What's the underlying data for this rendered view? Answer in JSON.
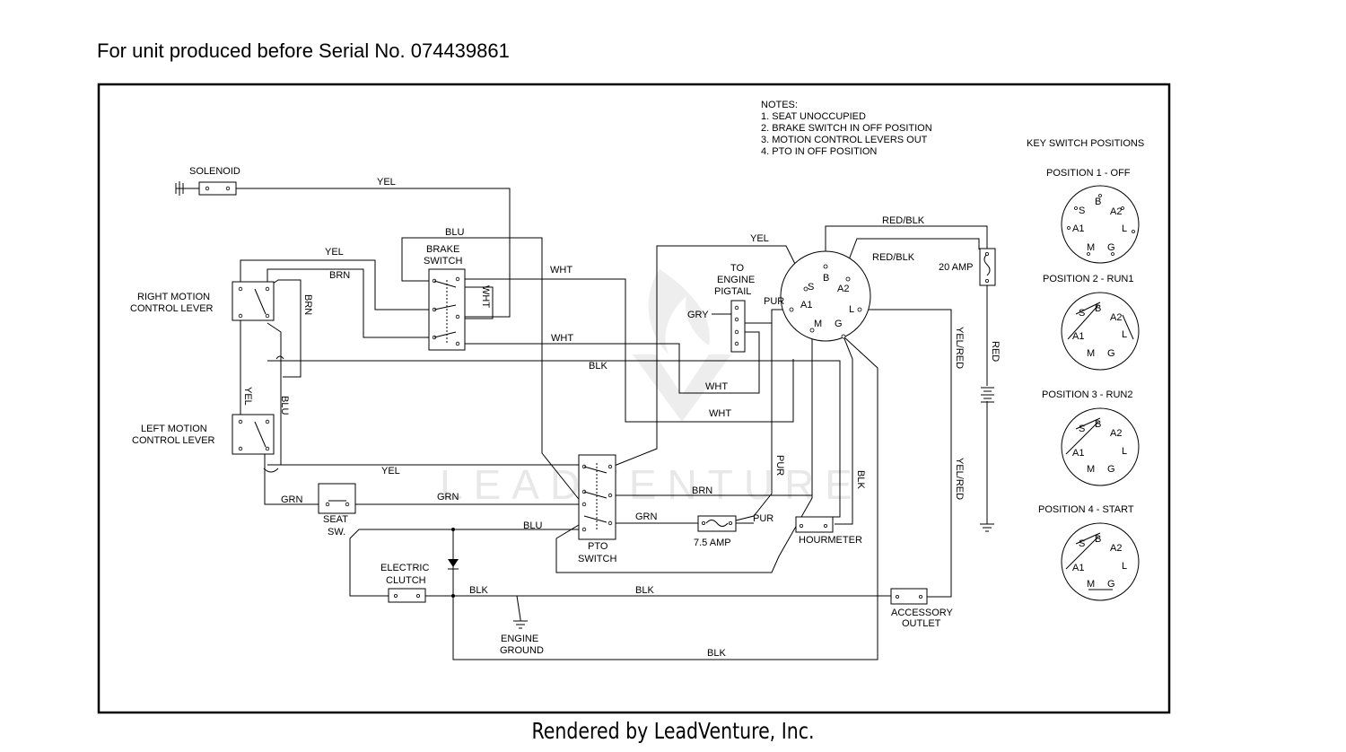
{
  "title": "For unit produced before Serial No. 074439861",
  "footer": "Rendered by LeadVenture, Inc.",
  "watermark": "LEADVENTURE",
  "notes": {
    "heading": "NOTES:",
    "items": [
      "1.  SEAT UNOCCUPIED",
      "2.  BRAKE SWITCH IN OFF POSITION",
      "3.  MOTION CONTROL LEVERS OUT",
      "4.  PTO IN OFF POSITION"
    ]
  },
  "components": {
    "solenoid": "SOLENOID",
    "brake_switch": [
      "BRAKE",
      "SWITCH"
    ],
    "right_lever": [
      "RIGHT MOTION",
      "CONTROL LEVER"
    ],
    "left_lever": [
      "LEFT MOTION",
      "CONTROL LEVER"
    ],
    "engine_pigtail": [
      "TO",
      "ENGINE",
      "PIGTAIL"
    ],
    "fuse_20": "20 AMP",
    "fuse_7": "7.5 AMP",
    "seat_sw": [
      "SEAT",
      "SW."
    ],
    "pto_switch": [
      "PTO",
      "SWITCH"
    ],
    "hourmeter": "HOURMETER",
    "electric_clutch": [
      "ELECTRIC",
      "CLUTCH"
    ],
    "engine_ground": [
      "ENGINE",
      "GROUND"
    ],
    "accessory_outlet": [
      "ACCESSORY",
      "OUTLET"
    ]
  },
  "key_terminals": {
    "s": "S",
    "b": "B",
    "a1": "A1",
    "a2": "A2",
    "m": "M",
    "g": "G",
    "l": "L"
  },
  "wire_labels": {
    "yel_solenoid": "YEL",
    "blu_top": "BLU",
    "yel_right": "YEL",
    "brn_right": "BRN",
    "brn_vert": "BRN",
    "wht_brake1": "WHT",
    "wht_vert": "WHT",
    "wht_brake2": "WHT",
    "blk_main": "BLK",
    "wht_pig": "WHT",
    "wht_low": "WHT",
    "yel_key": "YEL",
    "gry": "GRY",
    "pur_key": "PUR",
    "red_blk1": "RED/BLK",
    "red_blk2": "RED/BLK",
    "yel_red1": "YEL/RED",
    "red": "RED",
    "yel_left_vert": "YEL",
    "blu_left_vert": "BLU",
    "yel_pto": "YEL",
    "grn_left": "GRN",
    "grn_mid": "GRN",
    "brn_pto": "BRN",
    "grn_fuse": "GRN",
    "pur_fuse": "PUR",
    "pur_vert": "PUR",
    "blk_vert": "BLK",
    "yel_red2": "YEL/RED",
    "blu_clutch": "BLU",
    "blk_clutch": "BLK",
    "blk_outlet": "BLK",
    "blk_bottom": "BLK"
  },
  "key_positions": {
    "heading": "KEY SWITCH POSITIONS",
    "items": [
      "POSITION 1 - OFF",
      "POSITION 2 - RUN1",
      "POSITION 3 - RUN2",
      "POSITION 4 - START"
    ]
  }
}
